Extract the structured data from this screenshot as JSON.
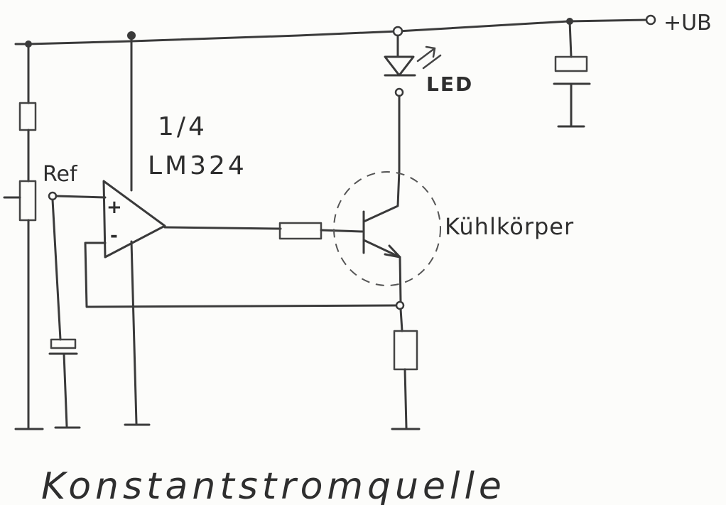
{
  "diagram": {
    "title": "Konstantstromquelle",
    "labels": {
      "supply": "+UB",
      "reference": "Ref",
      "ic_fraction": "1/4",
      "ic_name": "LM324",
      "led": "LED",
      "heatsink": "Kühlkörper",
      "opamp_plus": "+",
      "opamp_minus": "-"
    }
  }
}
